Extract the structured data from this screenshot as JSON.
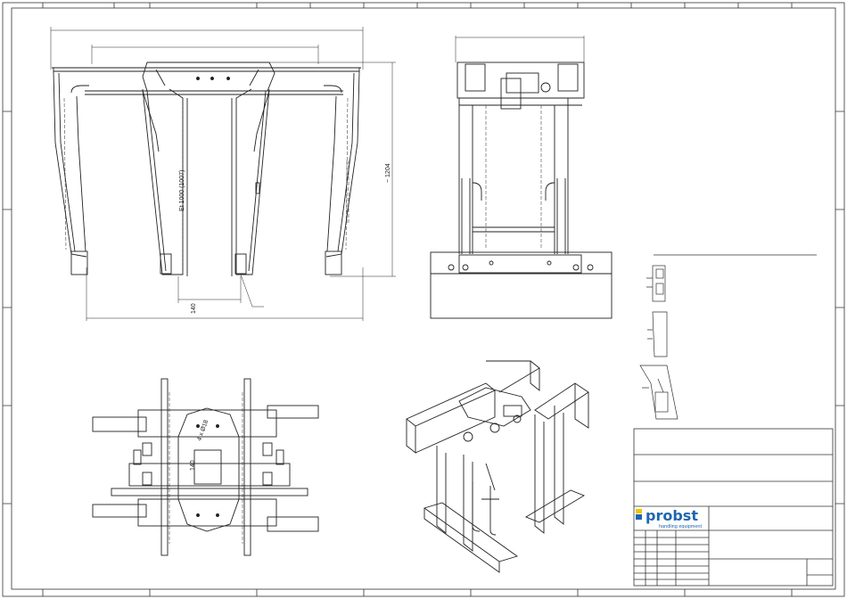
{
  "drawing": {
    "front_view": {
      "dim_vertical_inner": "Et 1000 (1007)",
      "dim_overall_height": "~ 1204",
      "dim_bottom": "140"
    },
    "top_view": {
      "hole_callout": "4 x Ø18",
      "dim_140": "140"
    }
  },
  "title_block": {
    "logo_text": "probst",
    "logo_subtext": "handling equipment",
    "brand_colors": {
      "blue": "#1f66b0",
      "yellow": "#f2c500"
    }
  }
}
